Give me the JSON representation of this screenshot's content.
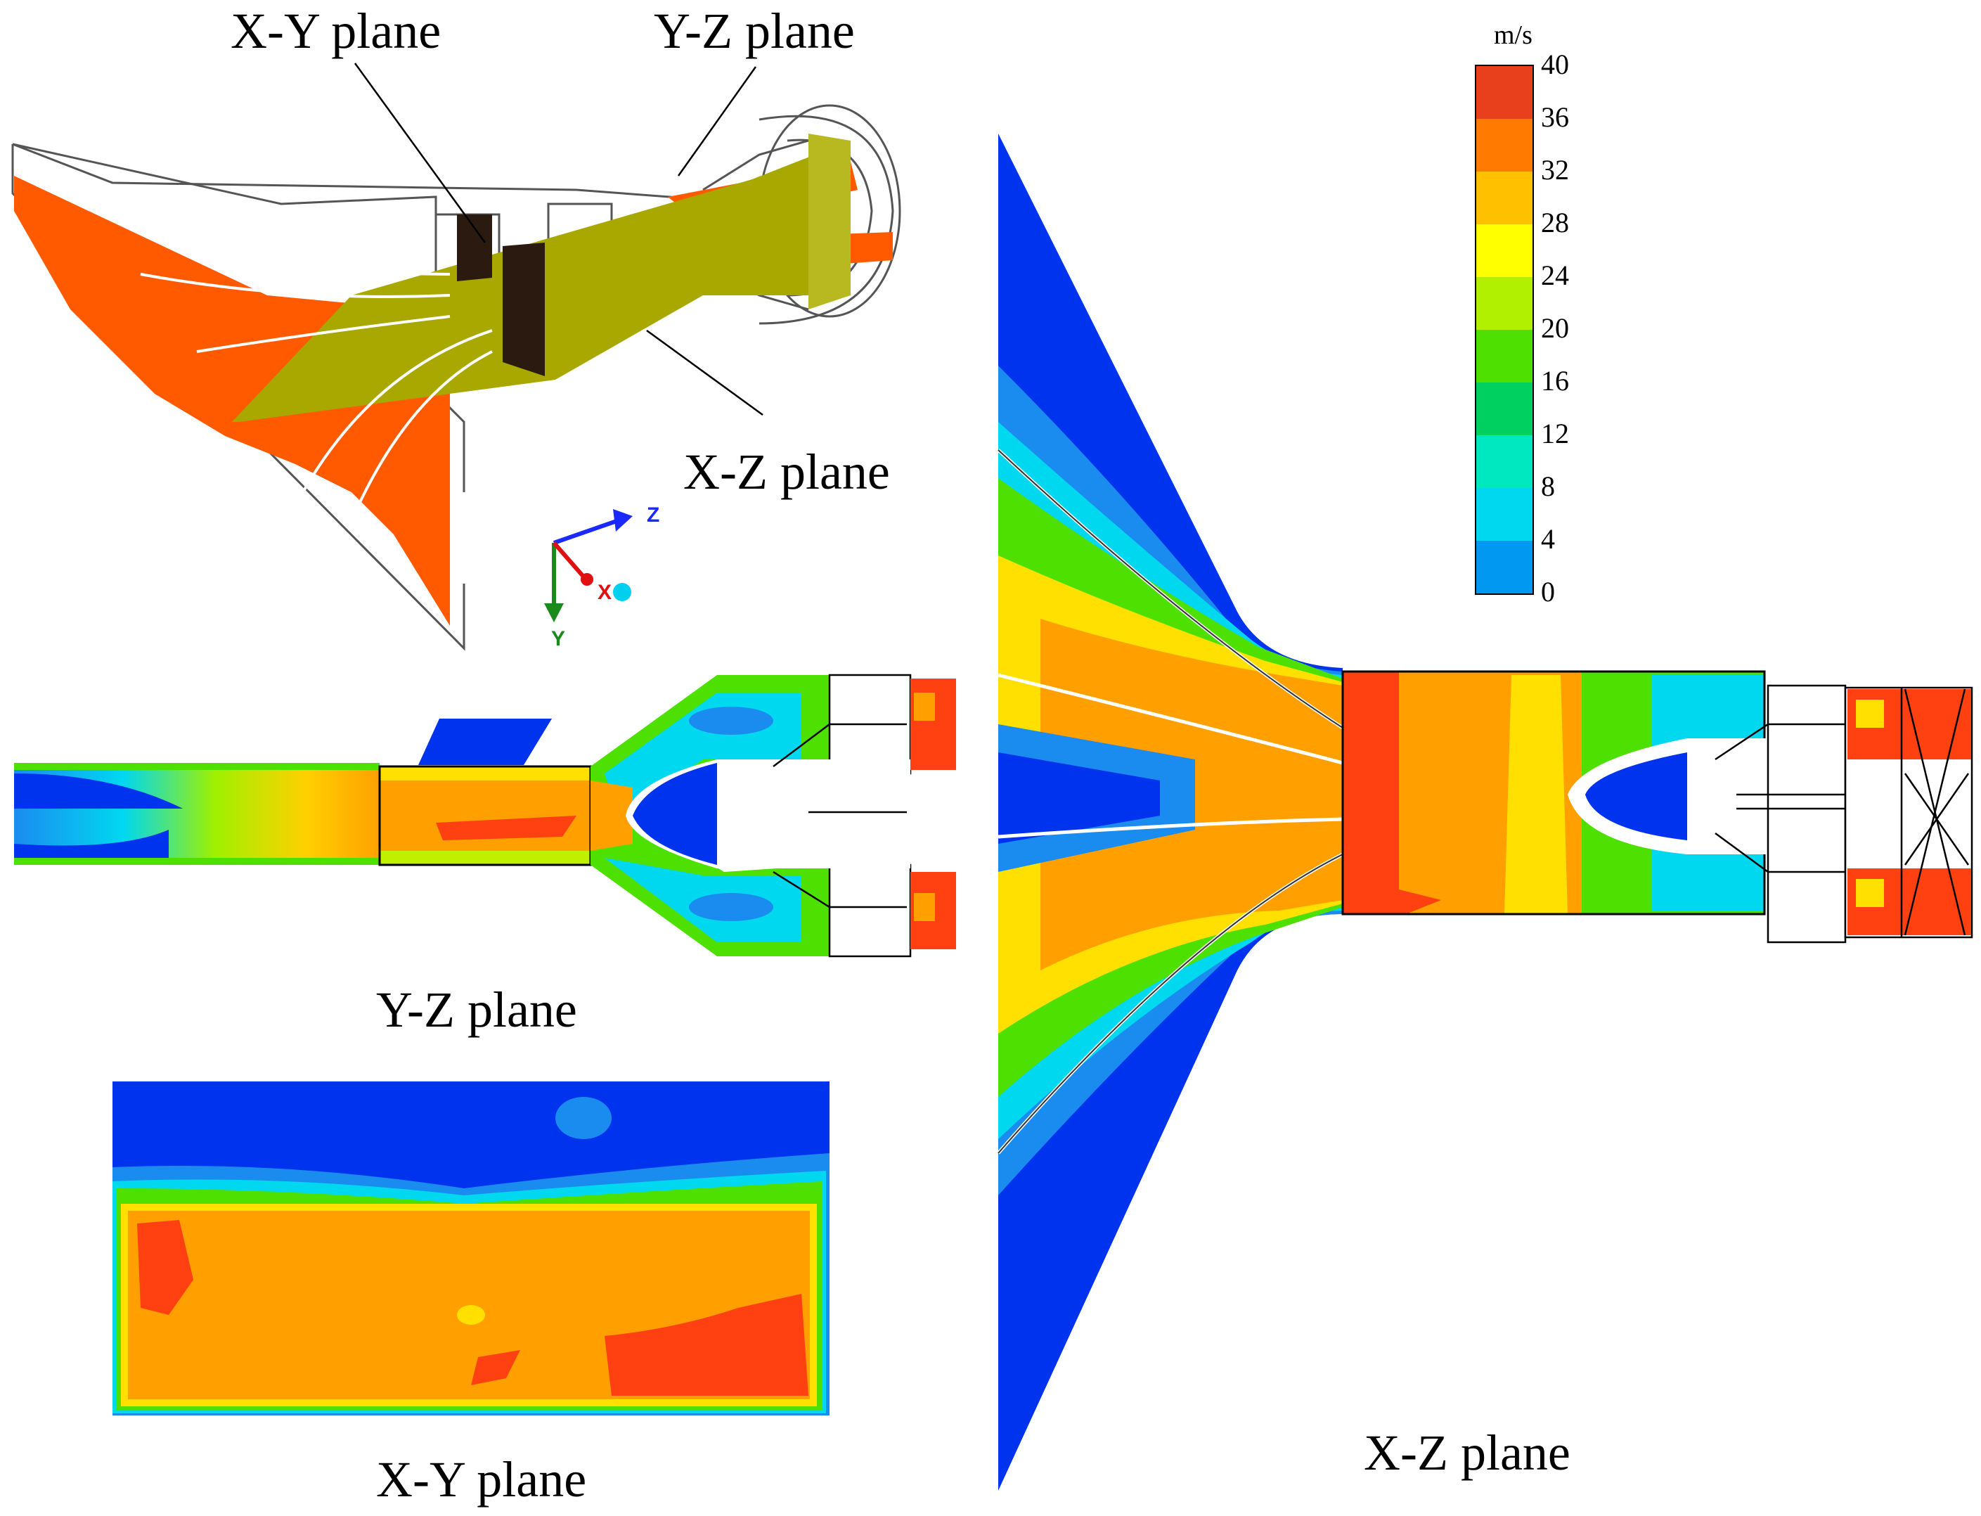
{
  "labels": {
    "iso_xy": "X-Y plane",
    "iso_yz": "Y-Z plane",
    "iso_xz": "X-Z plane",
    "panel_yz": "Y-Z plane",
    "panel_xy": "X-Y plane",
    "panel_xz": "X-Z plane"
  },
  "axes_triad": {
    "z": "Z",
    "y": "Y",
    "x": "X"
  },
  "colorbar": {
    "unit": "m/s",
    "ticks": [
      "40",
      "36",
      "32",
      "28",
      "24",
      "20",
      "16",
      "12",
      "8",
      "4",
      "0"
    ],
    "colors": [
      "#e8401c",
      "#ff7a00",
      "#ffc000",
      "#ffff00",
      "#b0f000",
      "#4ee000",
      "#00d060",
      "#00e8c0",
      "#00d8f0",
      "#0098f0",
      "#0030f0"
    ]
  },
  "colors": {
    "plane_orange": "#ff5a00",
    "plane_olive": "#a8a800",
    "plane_dark": "#2a1a10",
    "low": "#0033ee",
    "mid_blue": "#1a8cf0",
    "cyan": "#00d8f0",
    "green": "#40e020",
    "lime": "#c0f000",
    "yellow": "#ffe000",
    "orange": "#ffa000",
    "red": "#ff4010"
  }
}
